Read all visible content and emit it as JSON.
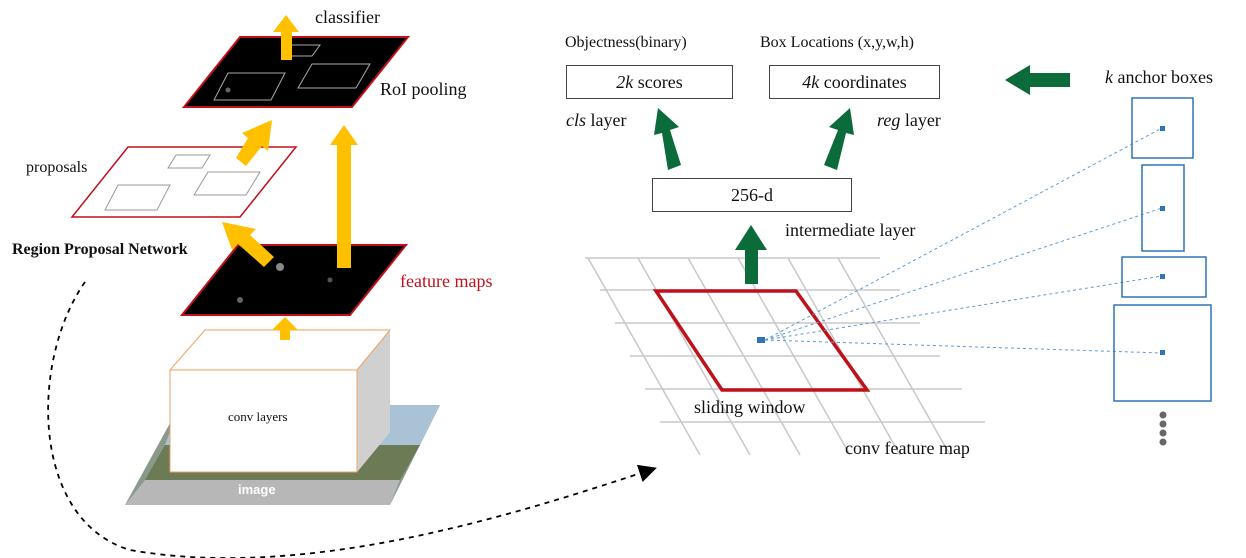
{
  "left": {
    "classifier": "classifier",
    "roi_pooling": "RoI pooling",
    "proposals": "proposals",
    "rpn": "Region Proposal Network",
    "feature_maps": "feature maps",
    "conv_layers": "conv layers",
    "image": "image"
  },
  "right": {
    "objectness": "Objectness(binary)",
    "box_locations": "Box Locations (x,y,w,h)",
    "scores_k": "2k",
    "scores_rest": " scores",
    "coords_k": "4k",
    "coords_rest": " coordinates",
    "cls_italic": "cls",
    "cls_rest": " layer",
    "reg_italic": "reg",
    "reg_rest": " layer",
    "intermediate_value": "256-d",
    "intermediate_layer": "intermediate layer",
    "sliding_window": "sliding window",
    "conv_feature_map": "conv feature map",
    "anchor_k": "k",
    "anchor_rest": " anchor boxes"
  },
  "colors": {
    "yellow_arrow": "#ffc000",
    "green_arrow": "#0b6b3a",
    "red_outline": "#c0101a",
    "anchor_blue": "#2e75b6",
    "grid_gray": "#c8c8c8"
  }
}
